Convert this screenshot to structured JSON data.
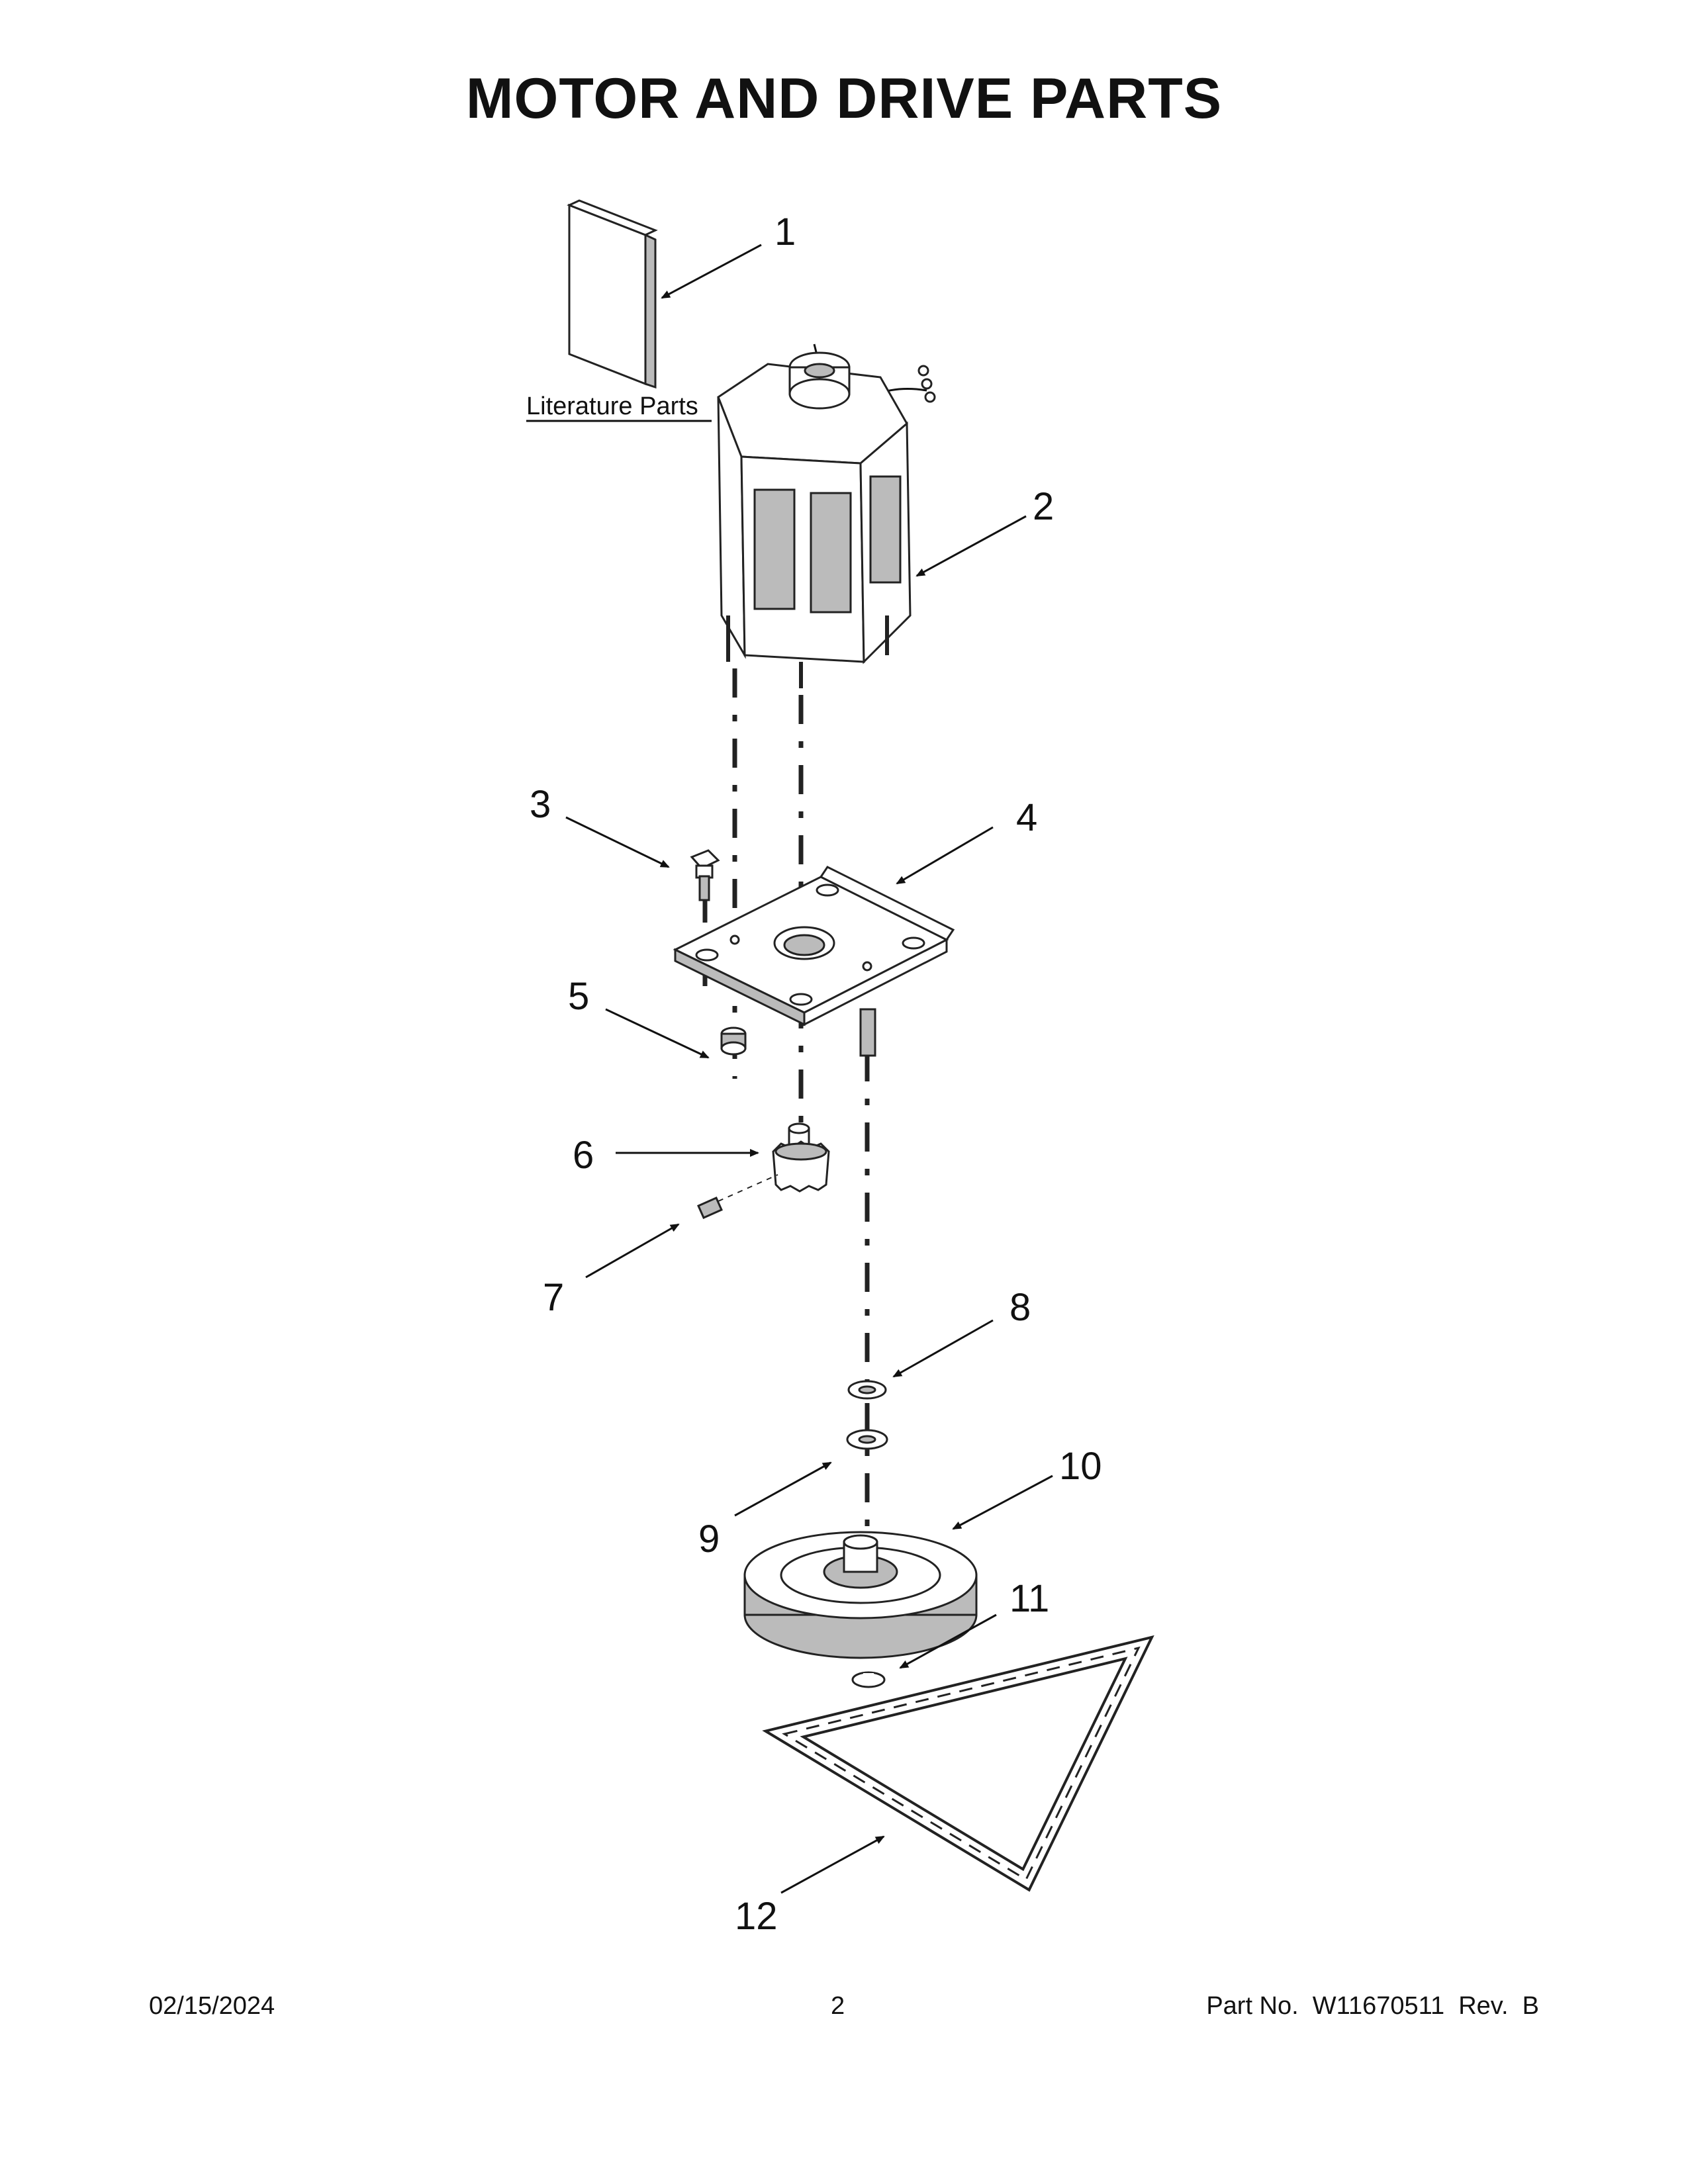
{
  "title": "MOTOR AND DRIVE PARTS",
  "literature_label": "Literature Parts",
  "callouts": [
    "1",
    "2",
    "3",
    "4",
    "5",
    "6",
    "7",
    "8",
    "9",
    "10",
    "11",
    "12"
  ],
  "footer": {
    "date": "02/15/2024",
    "page": "2",
    "part_no": "Part No.  W11670511  Rev.  B"
  }
}
